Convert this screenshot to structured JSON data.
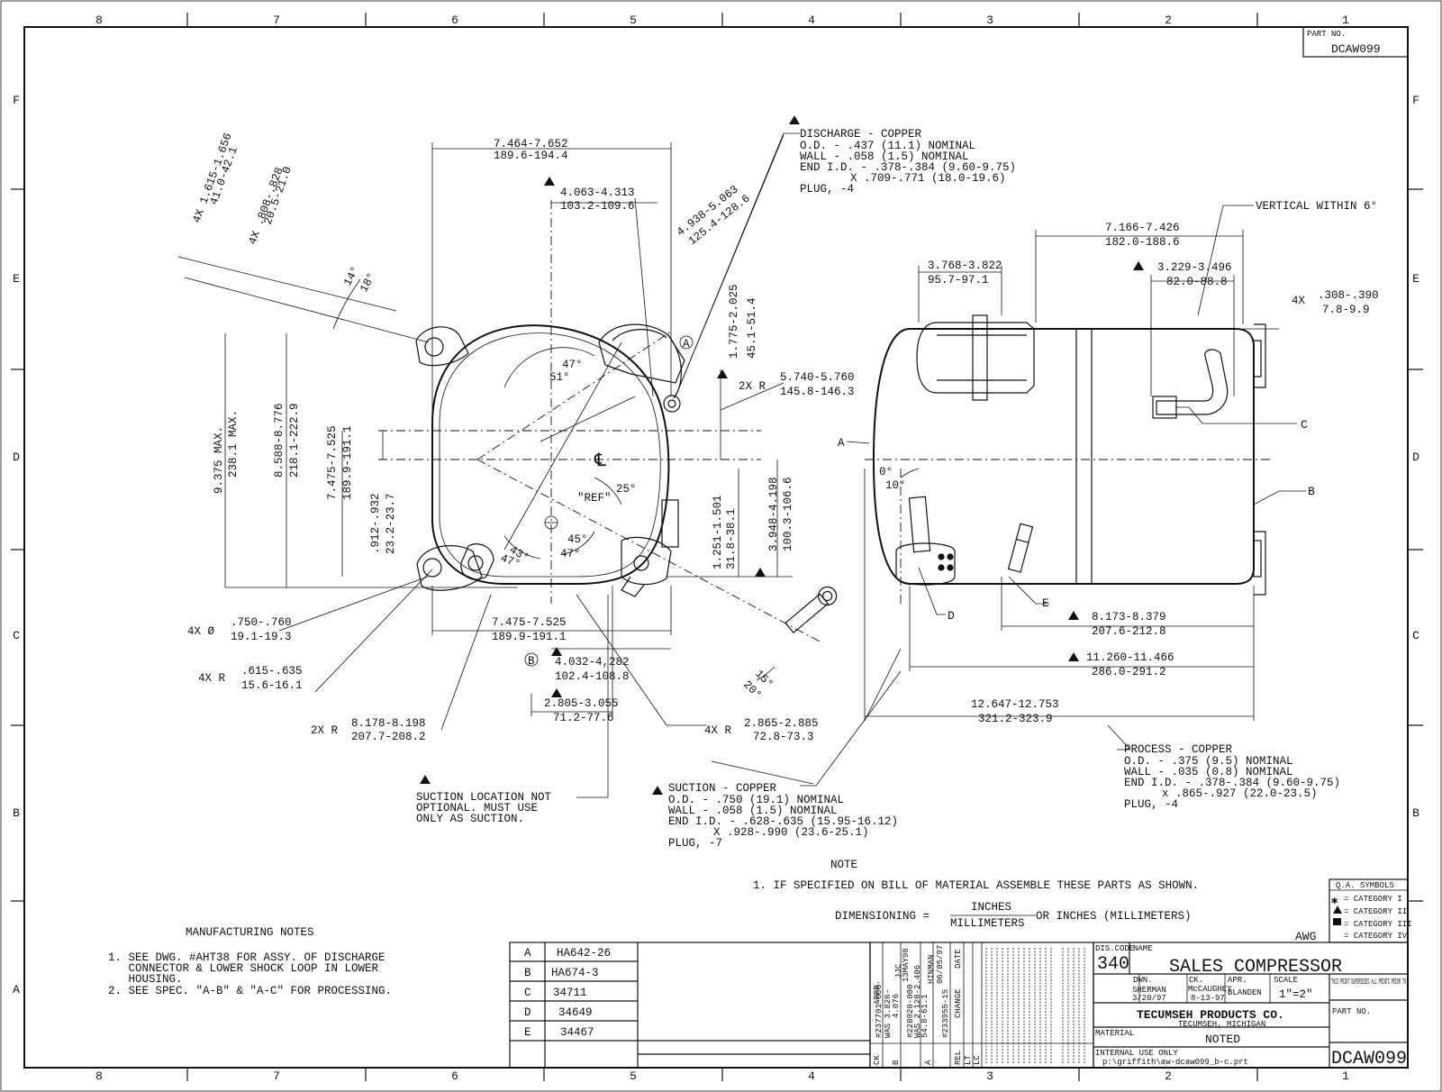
{
  "border": {
    "cols_top": [
      "8",
      "7",
      "6",
      "5",
      "4",
      "3",
      "2",
      "1"
    ],
    "cols_bottom": [
      "8",
      "7",
      "6",
      "5",
      "4",
      "3",
      "2",
      "1"
    ],
    "rows": [
      "F",
      "E",
      "D",
      "C",
      "B",
      "A"
    ]
  },
  "part_box": {
    "label": "PART NO.",
    "value": "DCAW099"
  },
  "discharge_note": {
    "lines": [
      "DISCHARGE - COPPER",
      "O.D. - .437 (11.1) NOMINAL",
      "WALL - .058 (1.5) NOMINAL",
      "END I.D. - .378-.384 (9.60-9.75)",
      "X .709-.771 (18.0-19.6)",
      "PLUG, -4"
    ]
  },
  "suction_note": {
    "lines": [
      "SUCTION - COPPER",
      "O.D. - .750 (19.1) NOMINAL",
      "WALL - .058 (1.5) NOMINAL",
      "END I.D. - .628-.635 (15.95-16.12)",
      "X .928-.990 (23.6-25.1)",
      "PLUG, -7"
    ]
  },
  "process_note": {
    "lines": [
      "PROCESS - COPPER",
      "O.D. - .375 (9.5) NOMINAL",
      "WALL - .035 (0.8) NOMINAL",
      "END I.D. - .378-.384 (9.60-9.75)",
      "x .865-.927 (22.0-23.5)",
      "PLUG, -4"
    ]
  },
  "suction_location": [
    "SUCTION LOCATION NOT",
    "OPTIONAL. MUST USE",
    "ONLY AS SUCTION."
  ],
  "dims_top": {
    "d1": "7.464-7.652",
    "d1m": "189.6-194.4",
    "d2": "4.063-4.313",
    "d2m": "103.2-109.6",
    "d3": "4.938-5.063",
    "d3m": "125.4-128.6",
    "d4": "1.775-2.025",
    "d4m": "45.1-51.4",
    "d5": "5.740-5.760",
    "d5m": "145.8-146.3",
    "d5p": "2X R",
    "d6": "3.948-4.198",
    "d6m": "100.3-106.6",
    "d7": "1.251-1.501",
    "d7m": "31.8-38.1",
    "ang1": "14°",
    "ang2": "18°",
    "a47": "47°",
    "a51": "51°",
    "a25": "25°",
    "ref": "\"REF\"",
    "a45": "45°",
    "a47b": "47°",
    "a43": "43°",
    "a47c": "47°",
    "a15": "15°",
    "a20": "20°",
    "circA": "A",
    "circB": "B",
    "cl": "℄"
  },
  "dims_left": {
    "h1": "9.375 MAX.",
    "h1m": "238.1 MAX.",
    "h2": "8.588-8.776",
    "h2m": "218.1-222.9",
    "h3": "7.475-7.525",
    "h3m": "189.9-191.1",
    "h4": ".912-.932",
    "h4m": "23.2-23.7",
    "r1": "4X .808-.828",
    "r1m": "20.5-21.0",
    "r2": "4X 1.615-1.656",
    "r2m": "41.0-42.1"
  },
  "dims_bottom": {
    "b1p": "4X Ø",
    "b1": ".750-.760",
    "b1m": "19.1-19.3",
    "b2p": "4X R",
    "b2": ".615-.635",
    "b2m": "15.6-16.1",
    "b3p": "2X R",
    "b3": "8.178-8.198",
    "b3m": "207.7-208.2",
    "b4": "7.475-7.525",
    "b4m": "189.9-191.1",
    "b5": "4.032-4,282",
    "b5m": "102.4-108.8",
    "b6": "2.805-3.055",
    "b6m": "71.2-77.6",
    "b7p": "4X R",
    "b7": "2.865-2.885",
    "b7m": "72.8-73.3"
  },
  "dims_right": {
    "vert": "VERTICAL WITHIN 6°",
    "s1": "7.166-7.426",
    "s1m": "182.0-188.6",
    "s2": "3.768-3.822",
    "s2m": "95.7-97.1",
    "s3": "3.229-3.496",
    "s3m": "82.0-88.8",
    "s4p": "4X",
    "s4": ".308-.390",
    "s4m": "7.8-9.9",
    "s5": "8.173-8.379",
    "s5m": "207.6-212.8",
    "s6": "11.260-11.466",
    "s6m": "286.0-291.2",
    "s7": "12.647-12.753",
    "s7m": "321.2-323.9",
    "a0": "0°",
    "a10": "10°",
    "lA": "A",
    "lB": "B",
    "lC": "C",
    "lD": "D",
    "lE": "E"
  },
  "note": {
    "title": "NOTE",
    "line1": "1. IF SPECIFIED ON BILL OF MATERIAL ASSEMBLE THESE PARTS AS SHOWN.",
    "dim_label": "DIMENSIONING =",
    "dim_num": "INCHES",
    "dim_den": "MILLIMETERS",
    "dim_or": "OR INCHES (MILLIMETERS)",
    "awg": "AWG"
  },
  "mfg_notes": {
    "title": "MANUFACTURING NOTES",
    "lines": [
      "1. SEE DWG. #AHT38 FOR ASSY. OF DISCHARGE",
      "   CONNECTOR & LOWER SHOCK LOOP IN LOWER",
      "   HOUSING.",
      "2. SEE SPEC. \"A-B\" & \"A-C\" FOR PROCESSING."
    ]
  },
  "parts_table": [
    {
      "letter": "A",
      "part": "HA642-26"
    },
    {
      "letter": "B",
      "part": "HA674-3"
    },
    {
      "letter": "C",
      "part": "34711"
    },
    {
      "letter": "D",
      "part": "34649"
    },
    {
      "letter": "E",
      "part": "34467"
    }
  ],
  "qa": {
    "title": "Q.A. SYMBOLS",
    "items": [
      "= CATEGORY I",
      "= CATEGORY II",
      "= CATEGORY III",
      "= CATEGORY IV"
    ]
  },
  "title_block": {
    "dis_code_label": "DIS.CODE",
    "dis_code": "340",
    "name_label": "NAME",
    "name": "SALES COMPRESSOR",
    "dwn_label": "DWN.",
    "dwn": "SHERMAN",
    "dwn_date": "3/20/97",
    "ck_label": "CK.",
    "ck": "McCAUGHEY",
    "ck_date": "8-13-97",
    "apr_label": "APR.",
    "apr": "BLANDEN",
    "scale_label": "SCALE",
    "scale": "1\"=2\"",
    "supersedes": "THIS PRINT SUPERSEDES ALL PRINTS PRIOR TO",
    "company": "TECUMSEH PRODUCTS CO.",
    "city": "TECUMSEH, MICHIGAN",
    "material_label": "MATERIAL",
    "material": "NOTED",
    "internal": "INTERNAL USE ONLY",
    "path": "p:\\griffith\\aw-dcaw099_b-c.prt",
    "part_label": "PART NO.",
    "part": "DCAW099",
    "rev_letters": [
      "B",
      "A"
    ],
    "rev_ecns": [
      "#233955-15",
      "#237701-000"
    ],
    "rev_notes": [
      "WAS 3.826-",
      "4.076",
      "#228028-000",
      "WAS 2.128-2.406",
      "54.8-61.1"
    ],
    "rev_names": [
      "JJC",
      "13MAY98",
      "HINMAN",
      "06/05/97"
    ],
    "rev_headers": [
      "REL",
      "LT",
      "LC",
      "CHANGE",
      "DATE",
      "APPR.",
      "CK"
    ]
  }
}
